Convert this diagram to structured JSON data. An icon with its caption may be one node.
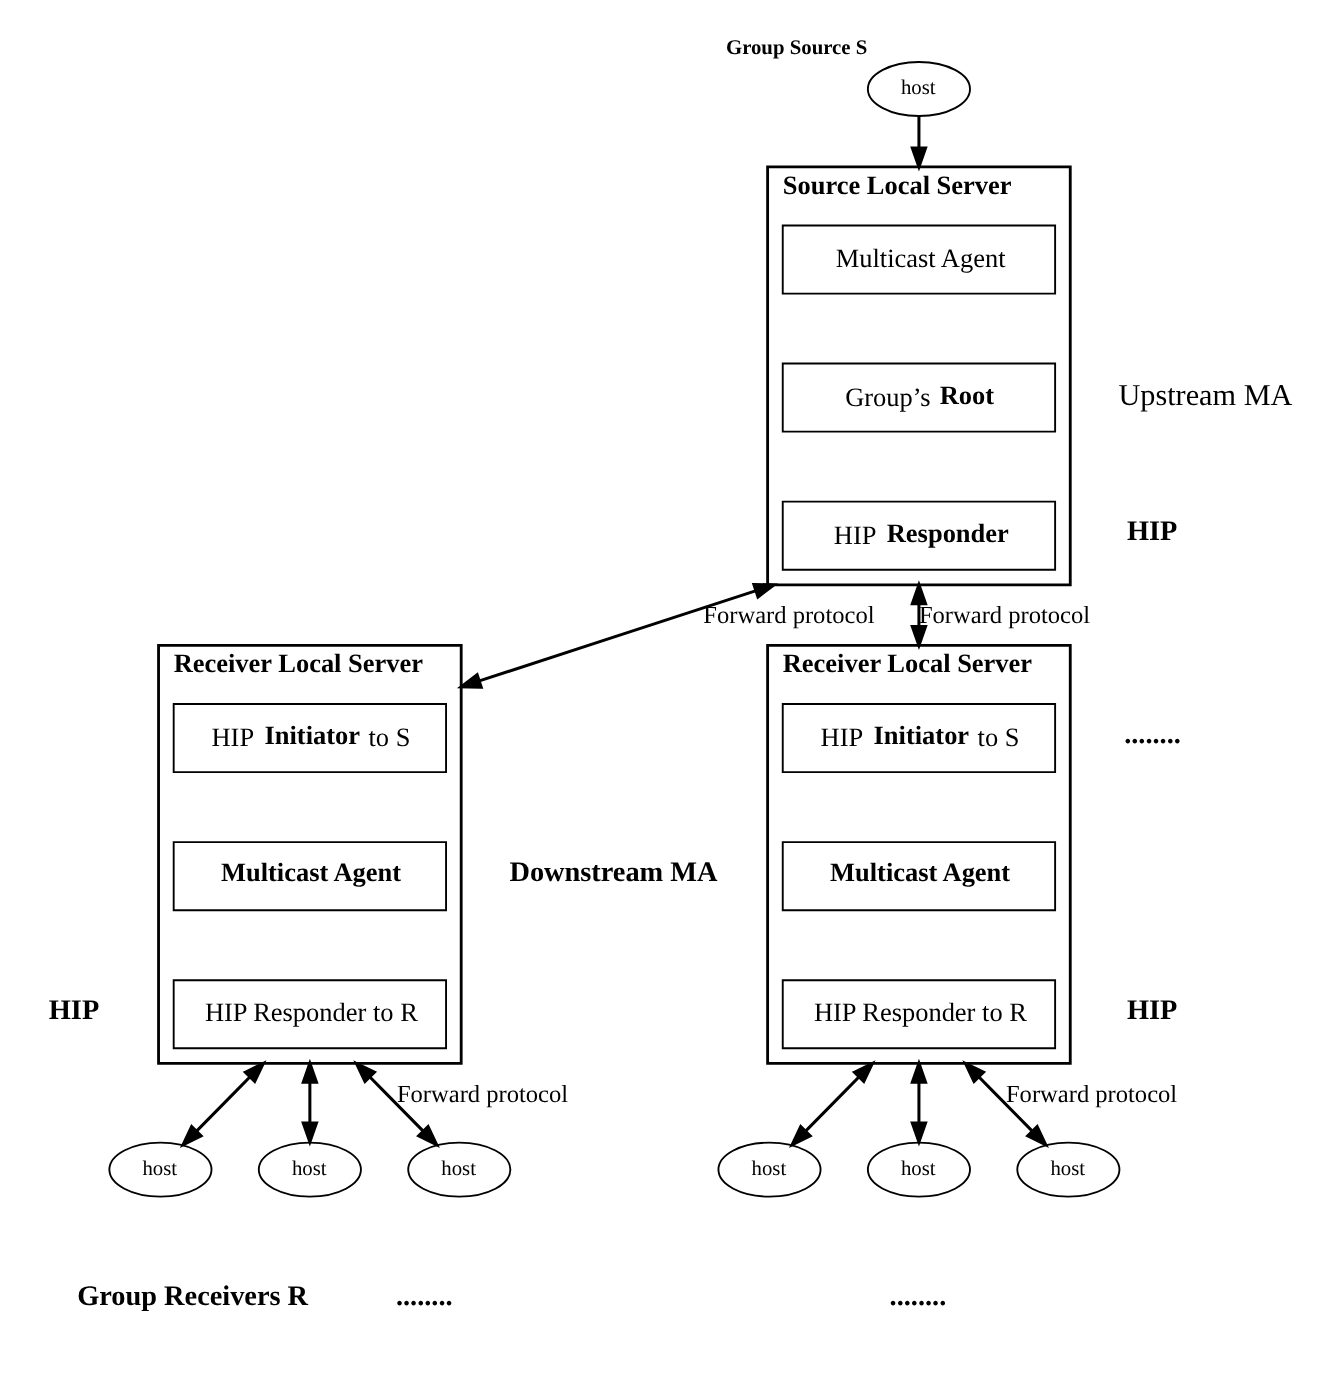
{
  "diagram": {
    "nodes": [
      {
        "text": [
          "host"
        ],
        "beside": [
          "Group Source S"
        ]
      },
      {
        "text": [
          "Source Local Server"
        ],
        "beside": [
          "Upstream MA"
        ]
      },
      {
        "text": [
          "Multicast Agent"
        ],
        "in": 1
      },
      {
        "text": [
          "Group’s **Root**"
        ],
        "in": 1
      },
      {
        "text": [
          "HIP **Responder**"
        ],
        "in": 1
      },
      {
        "text": [
          "Receiver Local Server"
        ]
      },
      {
        "text": [
          "HIP **Initiator** to S"
        ],
        "in": 5
      },
      {
        "text": [
          "Multicast Agent"
        ],
        "in": 5
      },
      {
        "text": [
          "HIP Responder to R"
        ],
        "in": 5
      },
      {
        "text": [
          "Receiver Local Server"
        ]
      },
      {
        "text": [
          "HIP **Initiator** to S"
        ],
        "in": 9
      },
      {
        "text": [
          "Multicast Agent"
        ],
        "in": 9
      },
      {
        "text": [
          "HIP Responder to R"
        ],
        "in": 9
      },
      {
        "text": [
          "host"
        ]
      },
      {
        "text": [
          "host"
        ]
      },
      {
        "text": [
          "host"
        ]
      },
      {
        "text": [
          "host"
        ]
      },
      {
        "text": [
          "host"
        ]
      },
      {
        "text": [
          "host"
        ]
      }
    ],
    "edges": [
      {
        "from": 0,
        "to": 1,
        "arrow": "to"
      },
      {
        "from": 1,
        "to": 5,
        "arrow": "both",
        "label": "Forward protocol"
      },
      {
        "from": 1,
        "to": 9,
        "arrow": "both",
        "label": "Forward protocol"
      },
      {
        "from": 5,
        "to": 13,
        "arrow": "both"
      },
      {
        "from": 5,
        "to": 14,
        "arrow": "both"
      },
      {
        "from": 5,
        "to": 15,
        "arrow": "both",
        "label": "Forward protocol"
      },
      {
        "from": 9,
        "to": 16,
        "arrow": "both"
      },
      {
        "from": 9,
        "to": 17,
        "arrow": "both"
      },
      {
        "from": 9,
        "to": 18,
        "arrow": "both",
        "label": "Forward protocol"
      }
    ],
    "labels": [
      "HIP",
      "........",
      "Downstream MA",
      "HIP",
      "HIP",
      "........",
      "........",
      "Group Receivers R"
    ]
  }
}
